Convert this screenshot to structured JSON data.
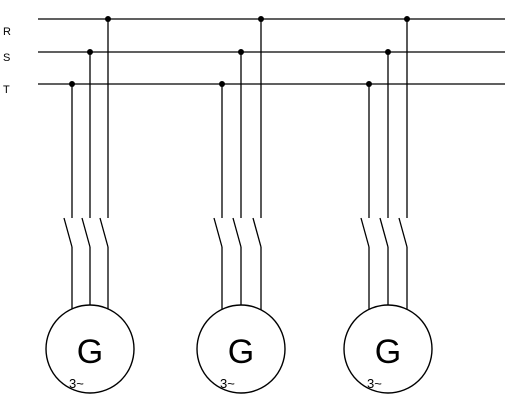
{
  "buses": [
    {
      "id": "R",
      "label": "R"
    },
    {
      "id": "S",
      "label": "S"
    },
    {
      "id": "T",
      "label": "T"
    }
  ],
  "generators": [
    {
      "symbol": "G",
      "type": "3~"
    },
    {
      "symbol": "G",
      "type": "3~"
    },
    {
      "symbol": "G",
      "type": "3~"
    }
  ]
}
